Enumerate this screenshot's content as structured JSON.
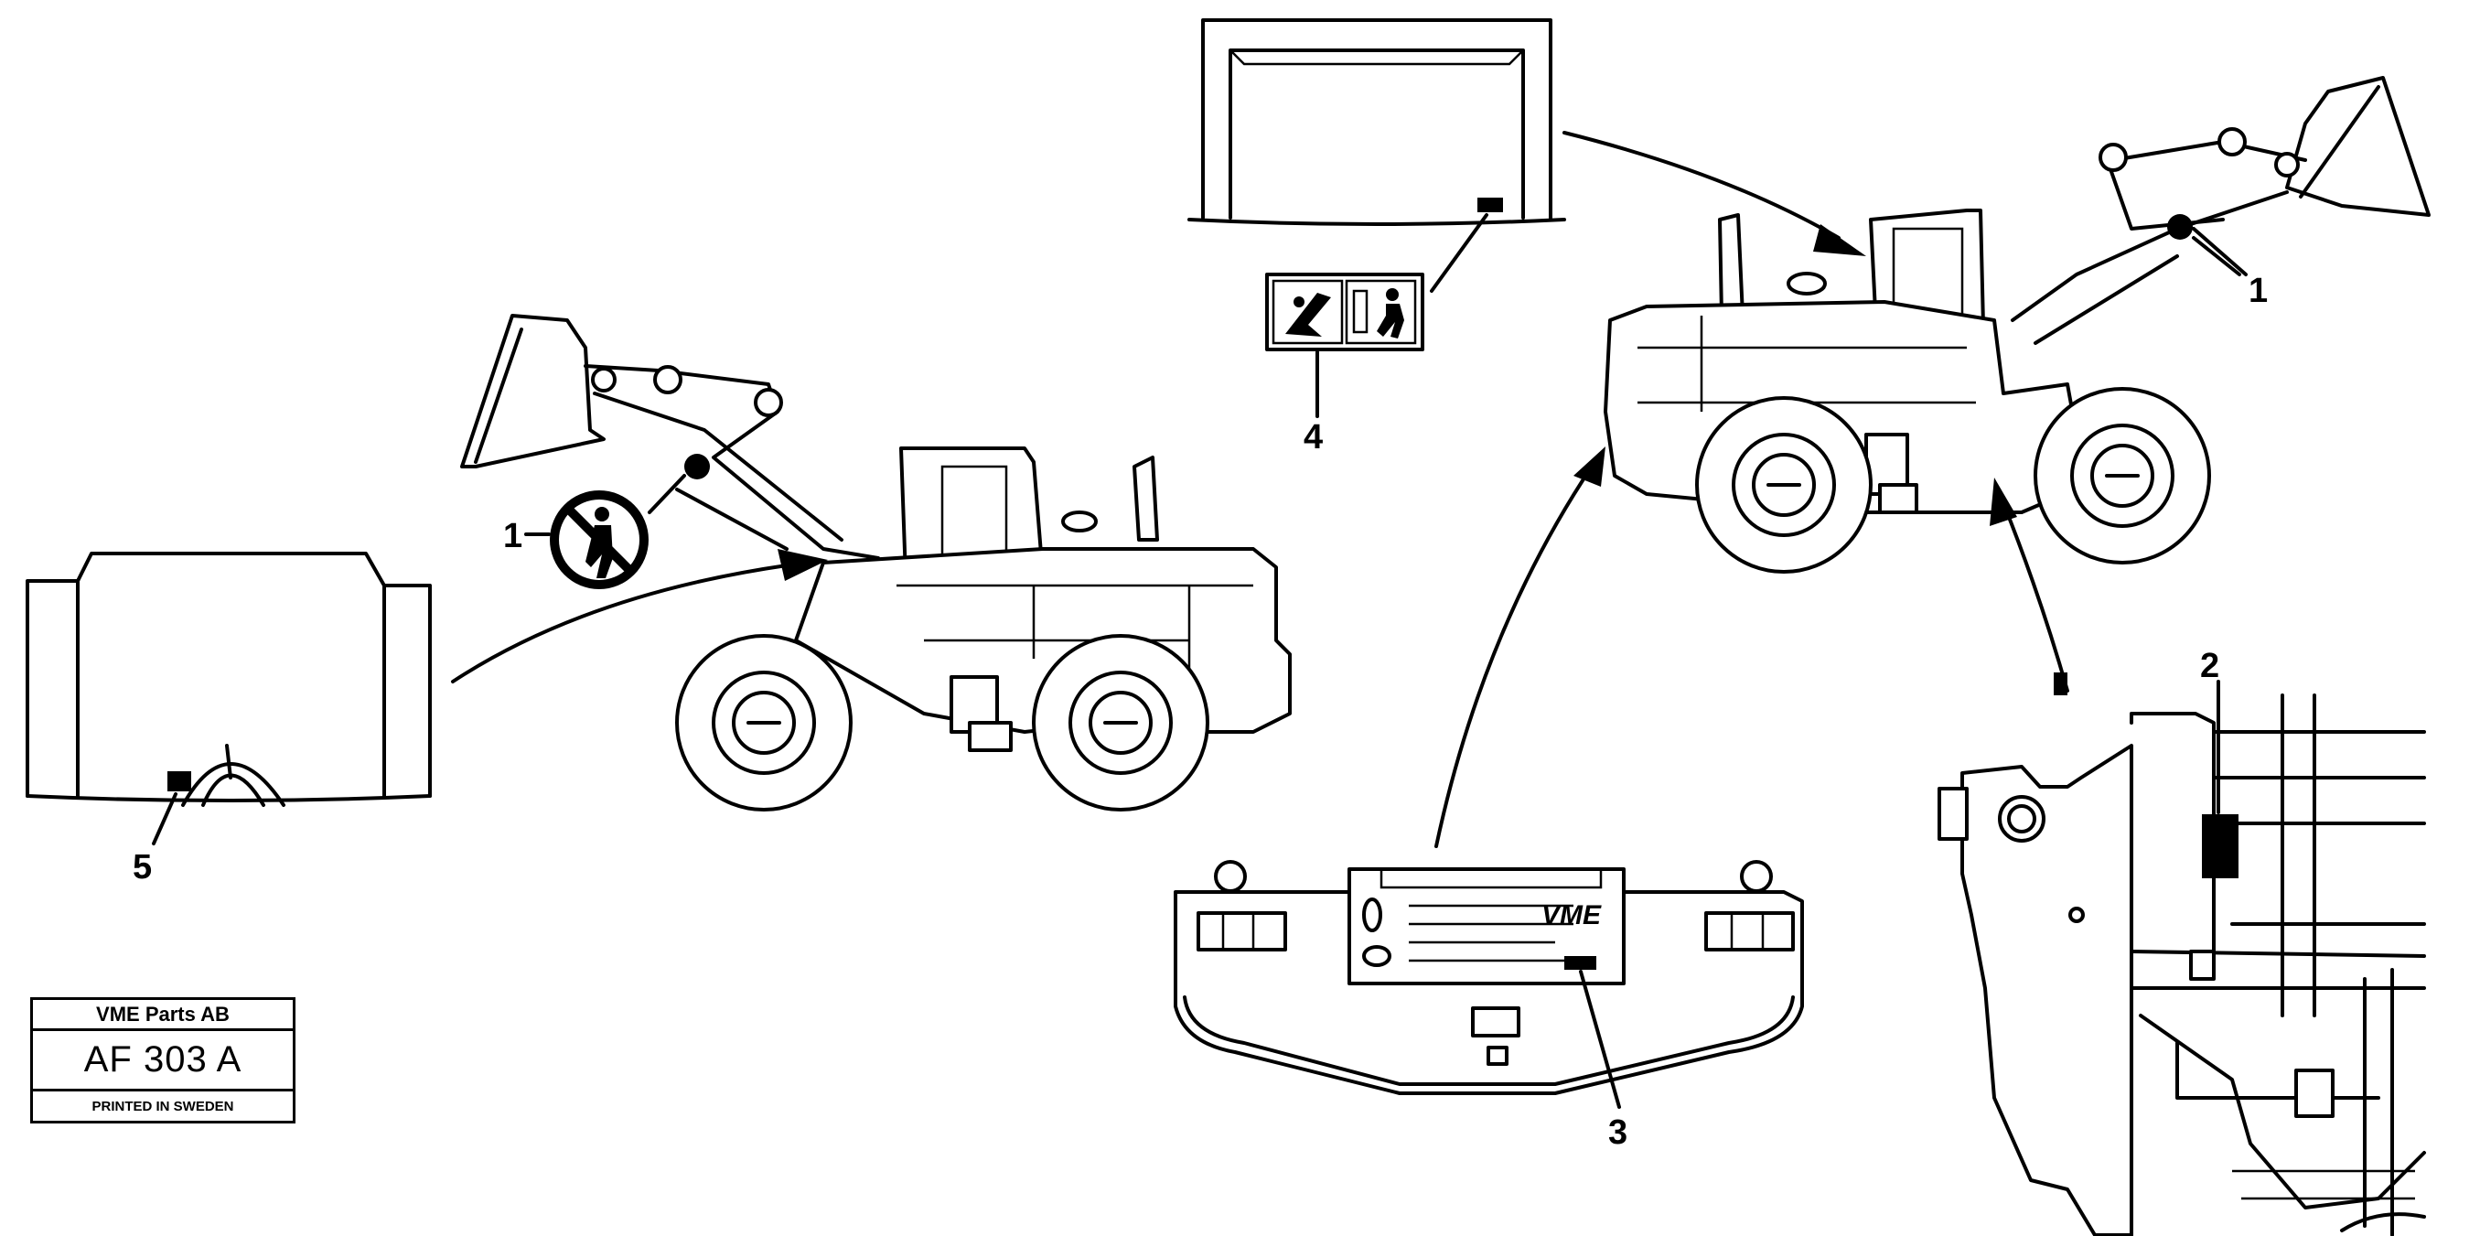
{
  "callouts": {
    "c1_left": "1",
    "c1_right": "1",
    "c2": "2",
    "c3": "3",
    "c4": "4",
    "c5": "5"
  },
  "title_block": {
    "company": "VME Parts AB",
    "drawing_number": "AF 303 A",
    "printed": "PRINTED IN SWEDEN"
  },
  "decal_logo_text": "VME",
  "icons": [
    "no-standing-under-boom-icon",
    "crush-hazard-icon",
    "emergency-exit-icon"
  ],
  "colors": {
    "ink": "#000000",
    "paper": "#ffffff"
  }
}
